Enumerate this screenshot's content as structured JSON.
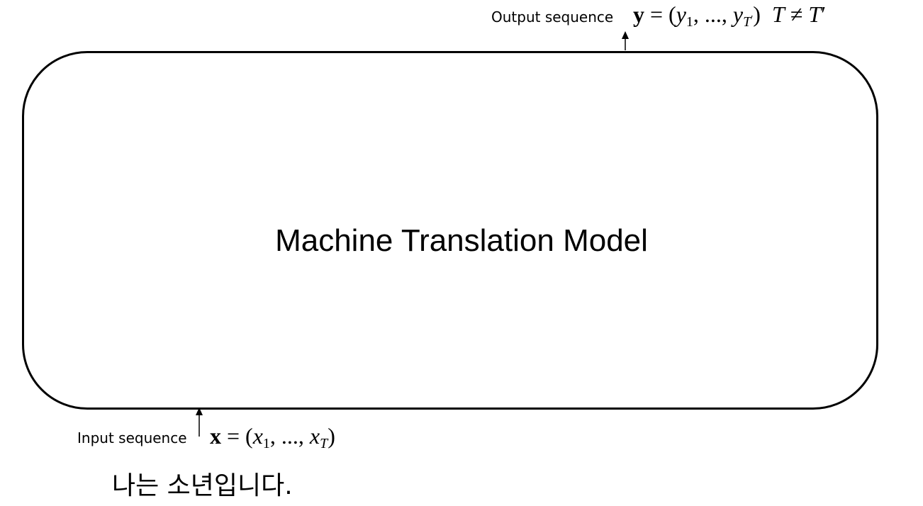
{
  "output": {
    "label": "Output sequence",
    "math_bold_var": "y",
    "math_eq": "= (",
    "math_var": "y",
    "math_sub_first": "1",
    "math_sep": ", ..., ",
    "math_var_last": "y",
    "math_sub_last": "T",
    "math_sub_last_prime": "′",
    "math_close": ")",
    "constraint_left": "T",
    "constraint_op": " ≠ ",
    "constraint_right": "T",
    "constraint_right_prime": "′"
  },
  "model": {
    "title": "Machine Translation Model"
  },
  "input": {
    "label": "Input sequence",
    "math_bold_var": "x",
    "math_eq": "= (",
    "math_var": "x",
    "math_sub_first": "1",
    "math_sep": ", ..., ",
    "math_var_last": "x",
    "math_sub_last": "T",
    "math_close": ")",
    "example_sentence": "나는 소년입니다."
  }
}
